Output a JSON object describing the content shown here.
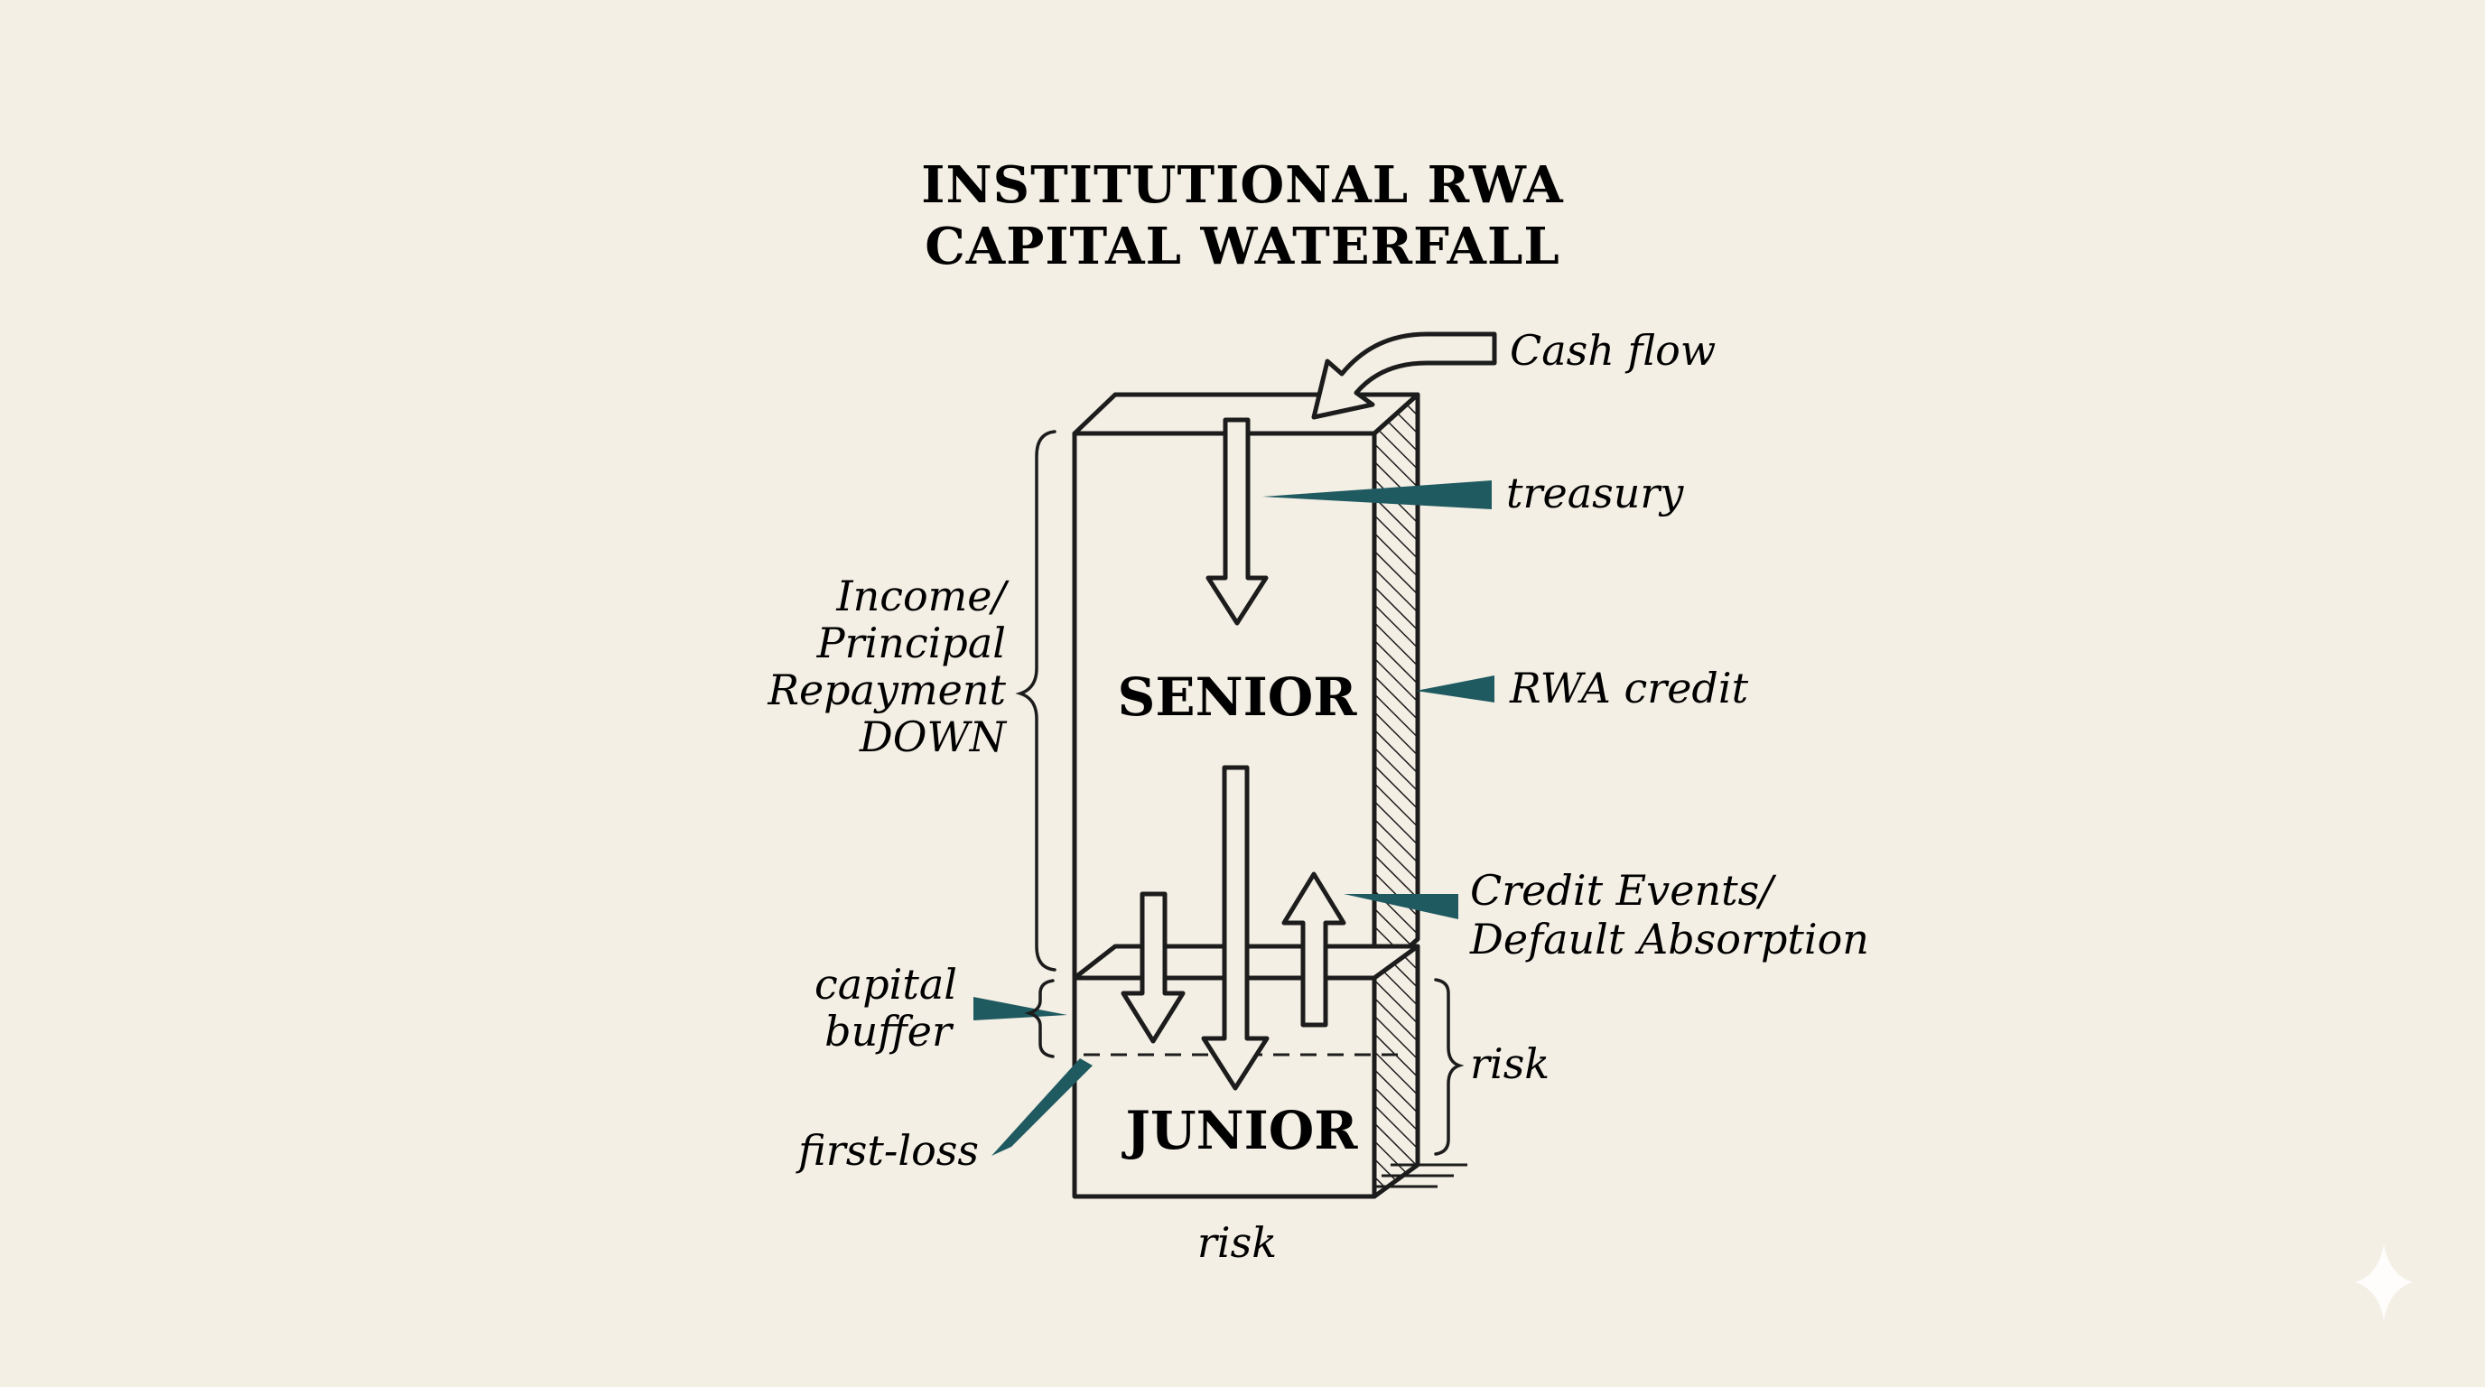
{
  "title": {
    "line1": "INSTITUTIONAL RWA",
    "line2": "CAPITAL WATERFALL"
  },
  "tranches": {
    "senior": "SENIOR",
    "junior": "JUNIOR"
  },
  "labels": {
    "cash_flow": "Cash flow",
    "treasury": "treasury",
    "rwa_credit": "RWA credit",
    "credit_events_line1": "Credit Events/",
    "credit_events_line2": "Default Absorption",
    "income_line1": "Income/",
    "income_line2": "Principal",
    "income_line3": "Repayment",
    "income_line4": "DOWN",
    "capital_buffer_line1": "capital",
    "capital_buffer_line2": "buffer",
    "first_loss": "first-loss",
    "risk_right": "risk",
    "risk_bottom": "risk"
  },
  "colors": {
    "background": "#f4efe5",
    "ink": "#1c1c1c",
    "accent_teal": "#1f5a60"
  }
}
